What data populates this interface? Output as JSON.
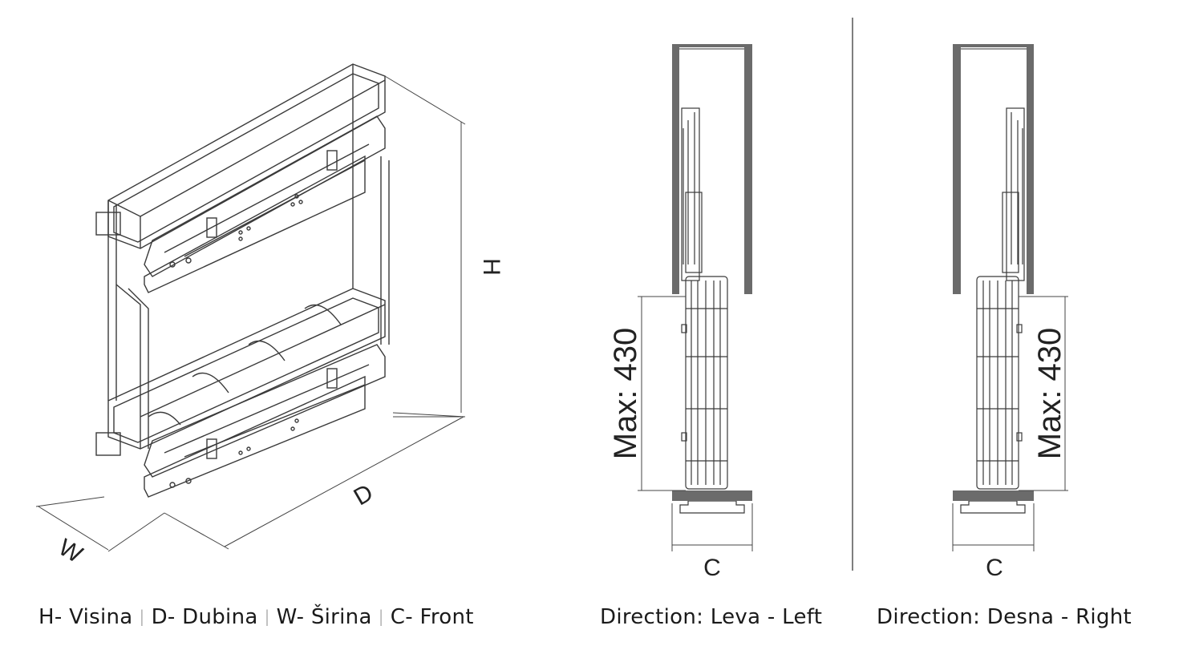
{
  "labels": {
    "h": "H",
    "d": "D",
    "w": "W",
    "c_left": "C",
    "c_right": "C",
    "max_left": "Max: 430",
    "max_right": "Max: 430"
  },
  "legend": [
    {
      "text": "H- Visina"
    },
    {
      "text": "D- Dubina"
    },
    {
      "text": "W- Širina"
    },
    {
      "text": "C- Front"
    }
  ],
  "captions": {
    "left": "Direction: Leva - Left",
    "right": "Direction: Desna - Right"
  },
  "colors": {
    "line": "#3a3a3a",
    "cabinet": "#6b6b6b",
    "divider": "#555555"
  }
}
